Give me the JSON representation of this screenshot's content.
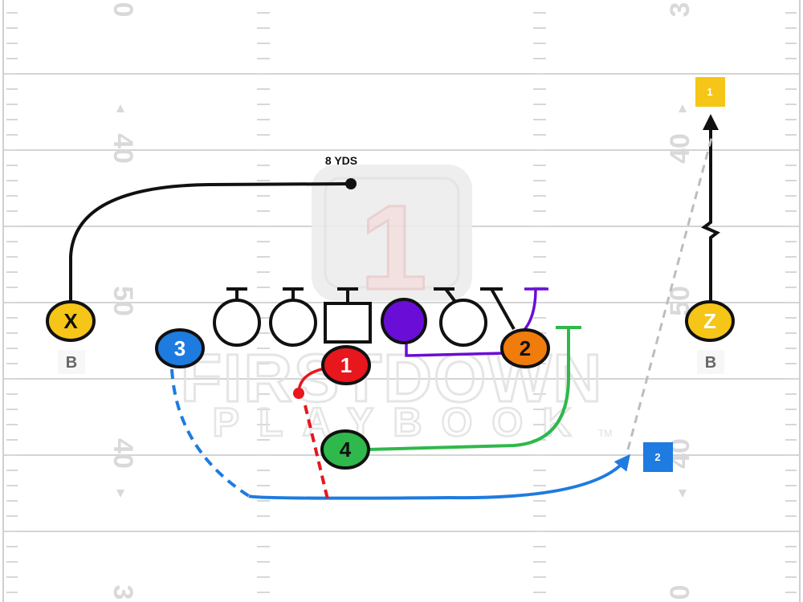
{
  "field": {
    "yard_numbers": {
      "left_top": "0",
      "left_upper": "40",
      "left_mid": "50",
      "left_lower": "40",
      "left_bottom": "3",
      "right_top": "3",
      "right_upper": "40",
      "right_mid": "50",
      "right_lower": "40",
      "right_bottom": "0"
    }
  },
  "watermark": {
    "line1": "FIRSTDOWN",
    "line2": "PLAYBOOK",
    "tm": "TM",
    "logo_digit": "1"
  },
  "players": {
    "x": {
      "label": "X",
      "color": "#f5c518"
    },
    "z": {
      "label": "Z",
      "color": "#f5c518"
    },
    "r3": {
      "label": "3",
      "color": "#1e7be0"
    },
    "r1": {
      "label": "1",
      "color": "#e8161d"
    },
    "r2": {
      "label": "2",
      "color": "#f07c0c"
    },
    "r4": {
      "label": "4",
      "color": "#2fb84b"
    },
    "lineman_purple": {
      "color": "#6a0dd6"
    }
  },
  "side_labels": {
    "left_b": "B",
    "right_b": "B"
  },
  "annotations": {
    "eight_yds": "8 YDS"
  },
  "read_markers": {
    "first": {
      "label": "1",
      "color": "#f5c518"
    },
    "second": {
      "label": "2",
      "color": "#1e7be0"
    }
  }
}
